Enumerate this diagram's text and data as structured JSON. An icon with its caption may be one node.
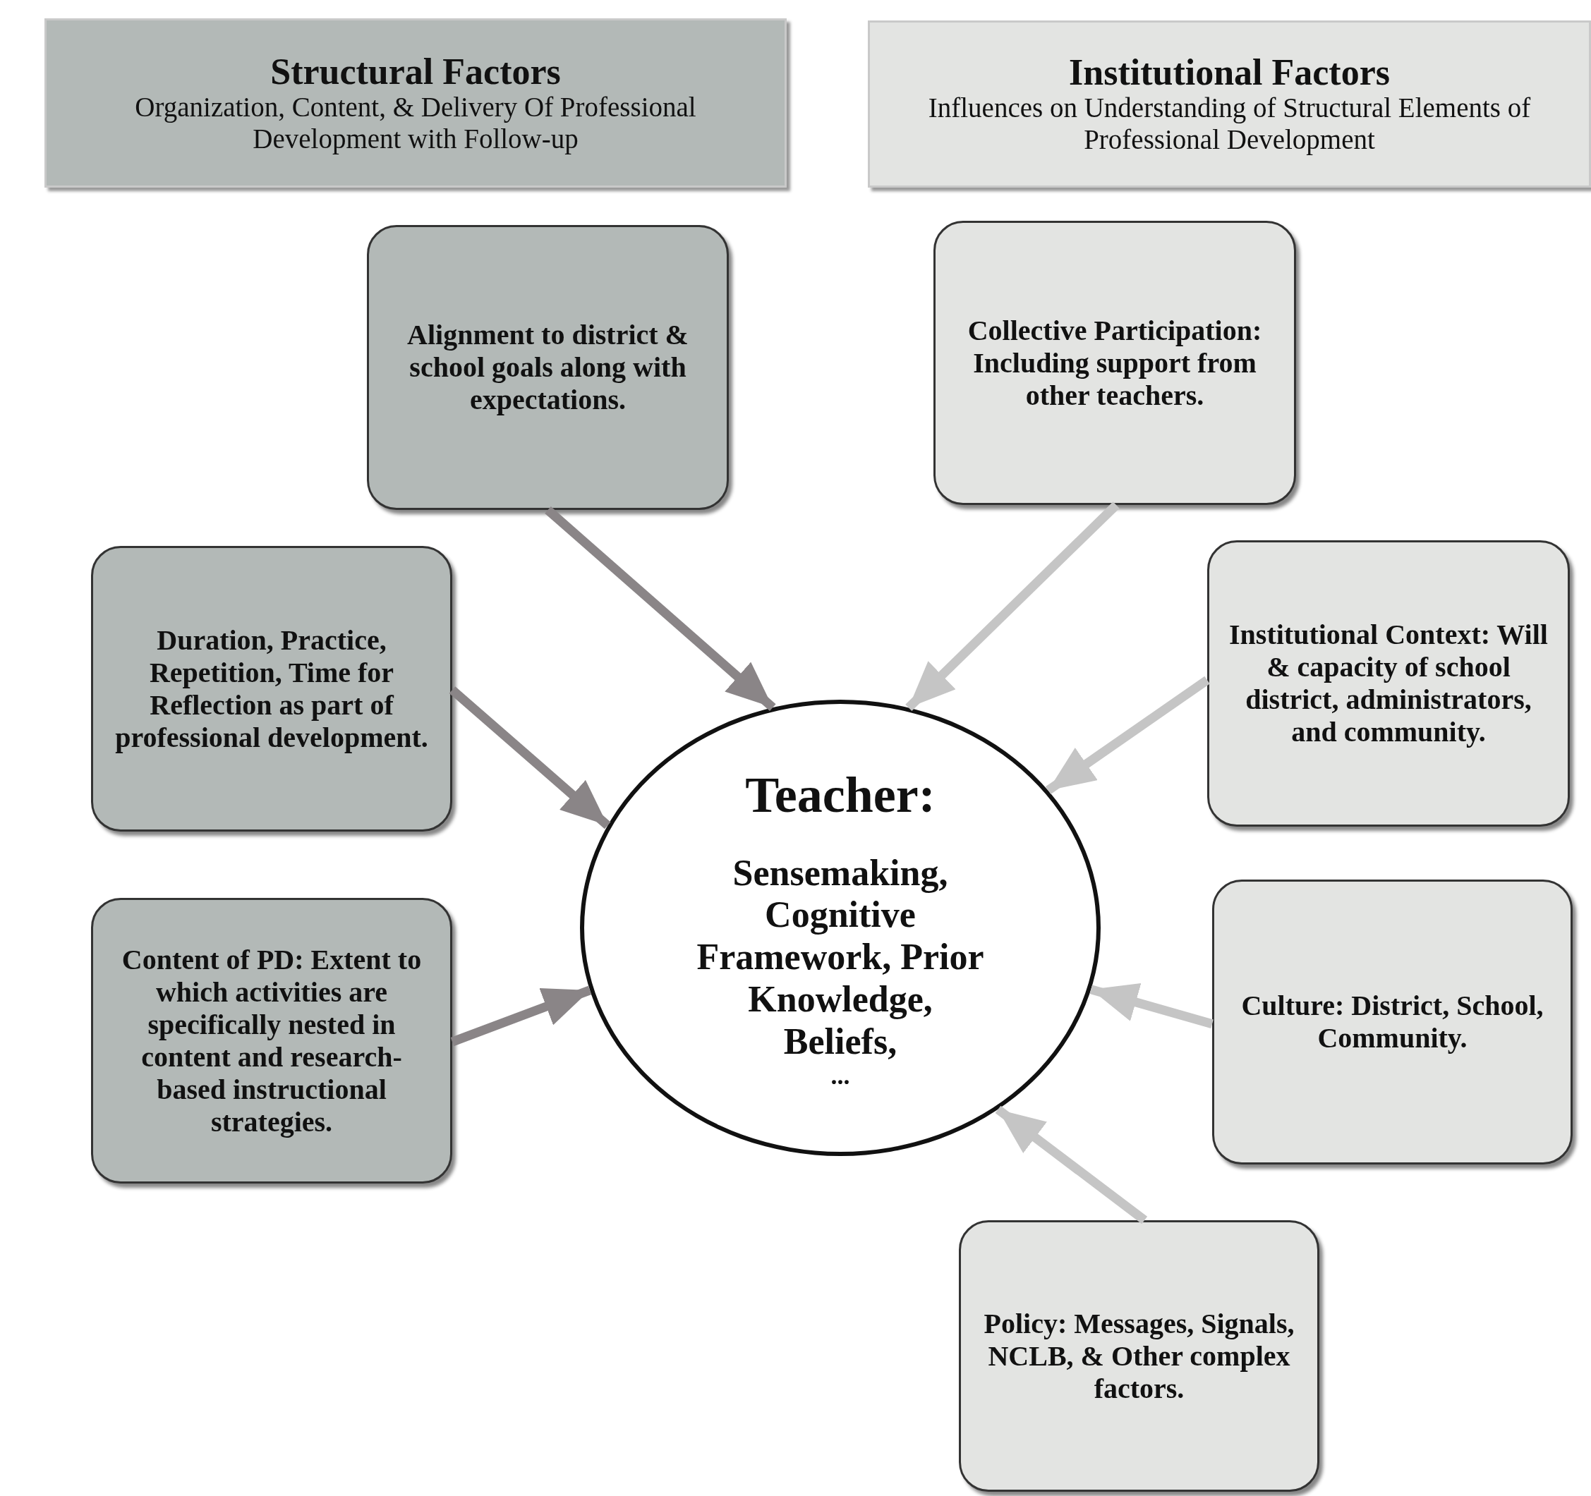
{
  "diagram": {
    "nodes": [
      {
        "text": [
          "Structural Factors",
          "Organization, Content, & Delivery Of Professional Development with Follow-up"
        ]
      },
      {
        "text": [
          "Institutional Factors",
          "Influences on Understanding of Structural Elements of Professional Development"
        ]
      },
      {
        "text": [
          "Alignment to district & school goals along with expectations."
        ]
      },
      {
        "text": [
          "Collective Participation: Including support from other teachers."
        ]
      },
      {
        "text": [
          "Duration, Practice, Repetition, Time for Reflection as part of professional development."
        ]
      },
      {
        "text": [
          "Institutional Context: Will & capacity of school district, administrators, and community."
        ]
      },
      {
        "text": [
          "Teacher:",
          "Sensemaking, Cognitive Framework, Prior Knowledge, Beliefs,",
          "..."
        ]
      },
      {
        "text": [
          "Content of PD: Extent to which activities are specifically nested in content and research-based instructional strategies."
        ]
      },
      {
        "text": [
          "Culture: District, School, Community."
        ]
      },
      {
        "text": [
          "Policy: Messages, Signals, NCLB, & Other complex factors."
        ]
      }
    ],
    "edges": [
      {
        "from": 2,
        "to": 6,
        "arrow": "to",
        "color": "#8a8587"
      },
      {
        "from": 3,
        "to": 6,
        "arrow": "to"
      },
      {
        "from": 4,
        "to": 6,
        "arrow": "to",
        "color": "#8a8587"
      },
      {
        "from": 5,
        "to": 6,
        "arrow": "to"
      },
      {
        "from": 7,
        "to": 6,
        "arrow": "to",
        "color": "#8a8587"
      },
      {
        "from": 8,
        "to": 6,
        "arrow": "to"
      },
      {
        "from": 9,
        "to": 6,
        "arrow": "to"
      }
    ]
  }
}
